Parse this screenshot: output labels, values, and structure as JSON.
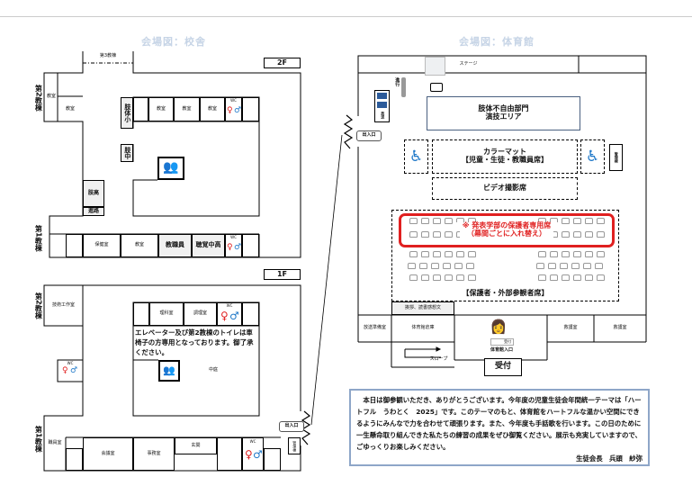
{
  "left": {
    "title": "会場図：校舎",
    "f2": {
      "label": "2F",
      "annex3": "第3教棟",
      "wing2": "第2教棟",
      "wing1": "第1教棟",
      "rooms": {
        "c1": "教室",
        "c2": "教室",
        "shitai_sho": "肢体小",
        "c3": "教室",
        "c4": "教室",
        "c5": "教室",
        "wc1": "WC",
        "shi_chu": "肢中",
        "shi_ko": "肢高",
        "shinro": "進路",
        "hoken": "保健室",
        "c6": "教室",
        "staff": "教職員",
        "choukaku": "聴覚中高",
        "wc2": "WC"
      }
    },
    "f1": {
      "label": "1F",
      "wing2": "第2教棟",
      "wing1": "第1教棟",
      "rooms": {
        "gijutsu": "技術工作室",
        "rika": "理科室",
        "chouri": "調理室",
        "wc1": "WC",
        "wc2": "WC",
        "wc3": "WC",
        "shokuin": "職員室",
        "kaigi": "会議室",
        "jimu": "事務室",
        "genkan": "玄関",
        "nakaniwa": "中庭",
        "kanri": "管理棟"
      },
      "notice": "エレベーター及び第2教棟のトイレは車椅子の方専用となっております。御了承ください。",
      "entrance": "出入口"
    }
  },
  "right": {
    "title": "会場図：体育館",
    "stage": "ステージ",
    "shinko": "進行",
    "housou": "放送",
    "entrance": "出入口",
    "performance_area": [
      "肢体不自由部門",
      "演技エリア"
    ],
    "mat": [
      "カラーマット",
      "【児童・生徒・教職員席】"
    ],
    "kanri": "管理棟",
    "video": "ビデオ撮影席",
    "reserved": [
      "※ 発表学部の保護者専用席",
      "（幕間ごとに入れ替え）"
    ],
    "guest": "【保護者・外部参観者席】",
    "aisatsu": "挨拶、読書感想文",
    "rooms": {
      "housou_junbi": "放送準備室",
      "souko": "体育館倉庫",
      "kyugo1": "救護室",
      "kyugo2": "救護室"
    },
    "uketsuke_sign": "受付",
    "gym_entrance": "体育館入口",
    "slope": "スロープ",
    "reception": "受付"
  },
  "message": {
    "body": "本日は御参観いただき、ありがとうございます。今年度の児童生徒会年間統一テーマは「ハートフル　うわとく　2025」です。このテーマのもと、体育館をハートフルな温かい空間にできるようにみんなで力を合わせて頑張ります。また、今年度も手話歌を行います。この日のために一生懸命取り組んできた私たちの練習の成果をぜひ御覧ください。展示も充実していますので、ごゆっくりお楽しみください。",
    "signature": "生徒会長　兵頭　紗弥"
  },
  "colors": {
    "female": "#e02020",
    "male": "#1f78c8",
    "reserved_border": "#e02020",
    "wheelchair": "#1f78c8",
    "message_border": "#8ea6c8"
  }
}
